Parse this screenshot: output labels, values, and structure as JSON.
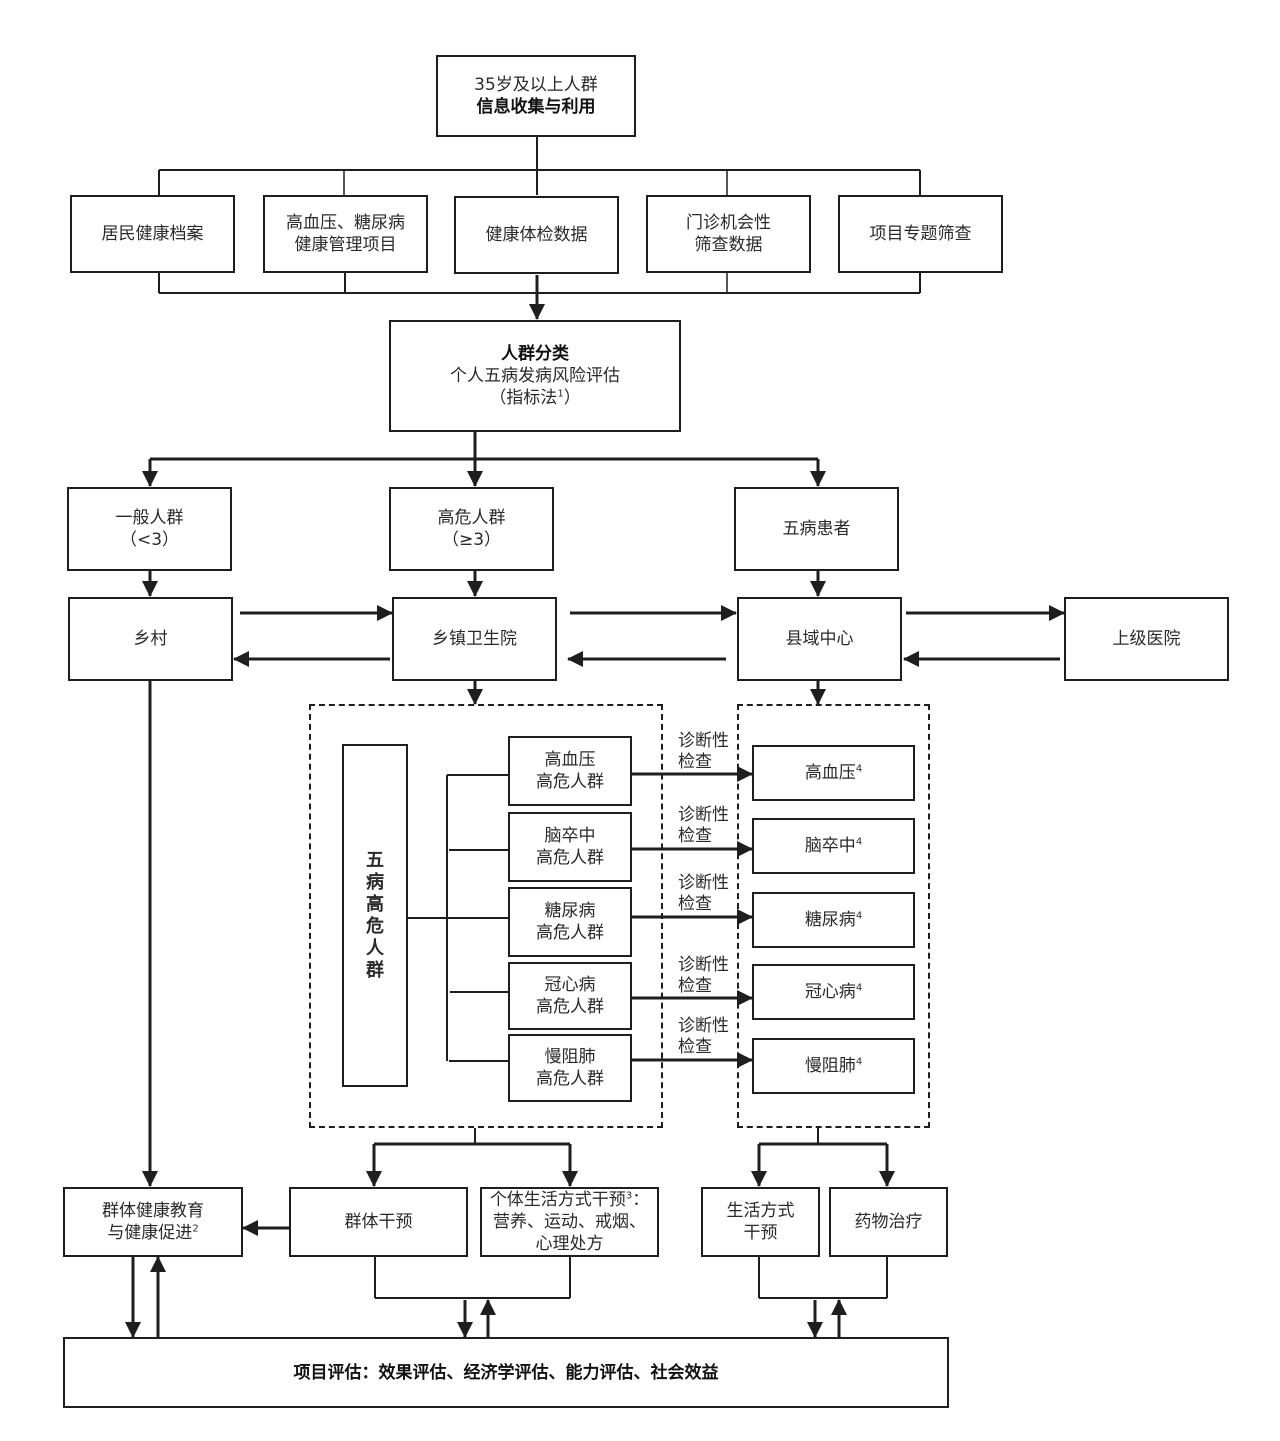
{
  "top": {
    "line1": "35岁及以上人群",
    "line2": "信息收集与利用"
  },
  "sources": [
    {
      "lines": [
        "居民健康档案"
      ]
    },
    {
      "lines": [
        "高血压、糖尿病",
        "健康管理项目"
      ]
    },
    {
      "lines": [
        "健康体检数据"
      ]
    },
    {
      "lines": [
        "门诊机会性",
        "筛查数据"
      ]
    },
    {
      "lines": [
        "项目专题筛查"
      ]
    }
  ],
  "classify": {
    "title": "人群分类",
    "line2": "个人五病发病风险评估",
    "line3": "（指标法",
    "line3_sup": "1",
    "line3_end": "）"
  },
  "groups": {
    "general": {
      "line1": "一般人群",
      "line2": "（<3）"
    },
    "high_risk": {
      "line1": "高危人群",
      "line2": "（≥3）"
    },
    "patients": {
      "line1": "五病患者"
    }
  },
  "levels": {
    "village": "乡村",
    "township": "乡镇卫生院",
    "county": "县域中心",
    "upper": "上级医院"
  },
  "five_disease_label": "五病高危人群",
  "risk_groups": [
    {
      "line1": "高血压",
      "line2": "高危人群"
    },
    {
      "line1": "脑卒中",
      "line2": "高危人群"
    },
    {
      "line1": "糖尿病",
      "line2": "高危人群"
    },
    {
      "line1": "冠心病",
      "line2": "高危人群"
    },
    {
      "line1": "慢阻肺",
      "line2": "高危人群"
    }
  ],
  "diag_label": {
    "line1": "诊断性",
    "line2": "检查"
  },
  "diseases": [
    {
      "name": "高血压",
      "sup": "4"
    },
    {
      "name": "脑卒中",
      "sup": "4"
    },
    {
      "name": "糖尿病",
      "sup": "4"
    },
    {
      "name": "冠心病",
      "sup": "4"
    },
    {
      "name": "慢阻肺",
      "sup": "4"
    }
  ],
  "interventions": {
    "health_edu": {
      "line1": "群体健康教育",
      "line2": "与健康促进",
      "sup": "2"
    },
    "group": "群体干预",
    "individual": {
      "line1": "个体生活方式干预",
      "sup": "3",
      "line1_end": "：",
      "line2": "营养、运动、戒烟、",
      "line3": "心理处方"
    },
    "lifestyle": {
      "line1": "生活方式",
      "line2": "干预"
    },
    "drug": "药物治疗"
  },
  "evaluation": "项目评估：效果评估、经济学评估、能力评估、社会效益"
}
